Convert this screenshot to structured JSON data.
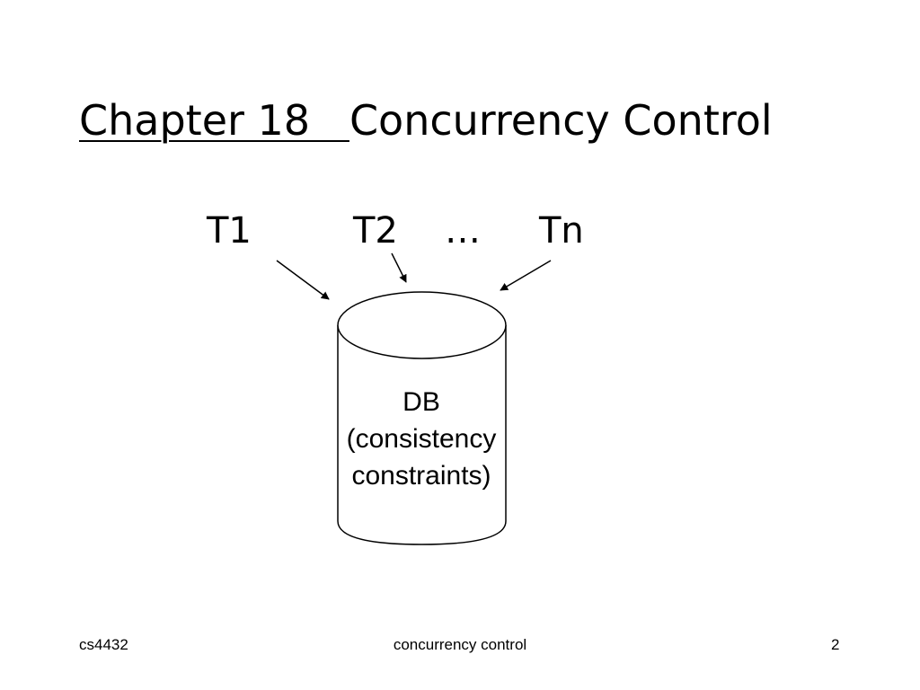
{
  "slide": {
    "title_underlined": "Chapter 18   ",
    "title_rest": "Concurrency Control"
  },
  "diagram": {
    "transactions": [
      "T1",
      "T2",
      "…",
      "Tn"
    ],
    "database": {
      "lines": [
        "DB",
        "(consistency",
        "constraints)"
      ]
    }
  },
  "footer": {
    "left": "cs4432",
    "center": "concurrency control",
    "page_number": "2"
  }
}
